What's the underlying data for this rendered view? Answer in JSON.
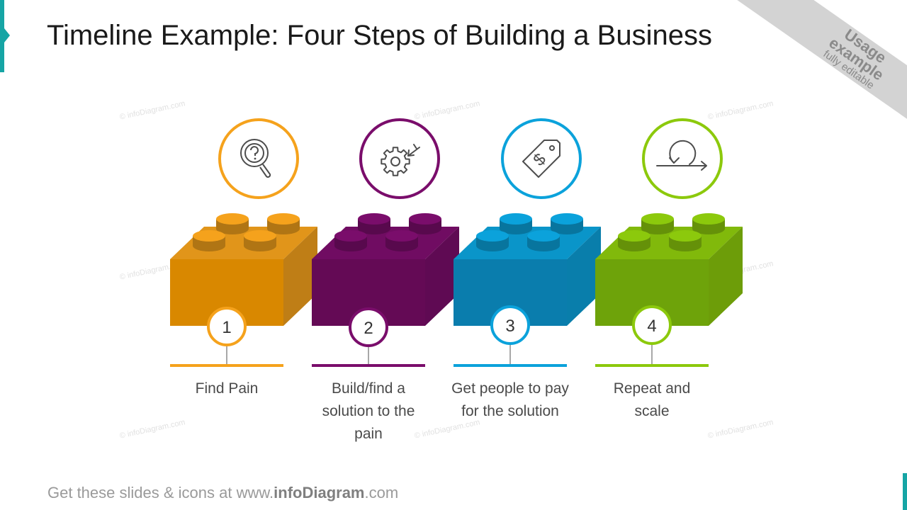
{
  "title": "Timeline Example: Four Steps of Building a Business",
  "ribbon": {
    "line1": "Usage",
    "line2": "example",
    "line3": "fully editable"
  },
  "watermark": "© infoDiagram.com",
  "steps": [
    {
      "number": "1",
      "label": "Find Pain",
      "color": "#f5a21c",
      "color_dark": "#d98800",
      "icon": "magnifier-question-icon"
    },
    {
      "number": "2",
      "label": "Build/find a solution to the pain",
      "color": "#7a0d6b",
      "color_dark": "#640a55",
      "icon": "gear-arrow-icon"
    },
    {
      "number": "3",
      "label": "Get people to pay for the solution",
      "color": "#0ba2db",
      "color_dark": "#0a7dad",
      "icon": "price-tag-dollar-icon"
    },
    {
      "number": "4",
      "label": "Repeat and scale",
      "color": "#8cc90c",
      "color_dark": "#6ea30a",
      "icon": "loop-arrow-icon"
    }
  ],
  "footer": {
    "prefix": "Get these slides & icons at www.",
    "brand": "infoDiagram",
    "suffix": ".com"
  }
}
